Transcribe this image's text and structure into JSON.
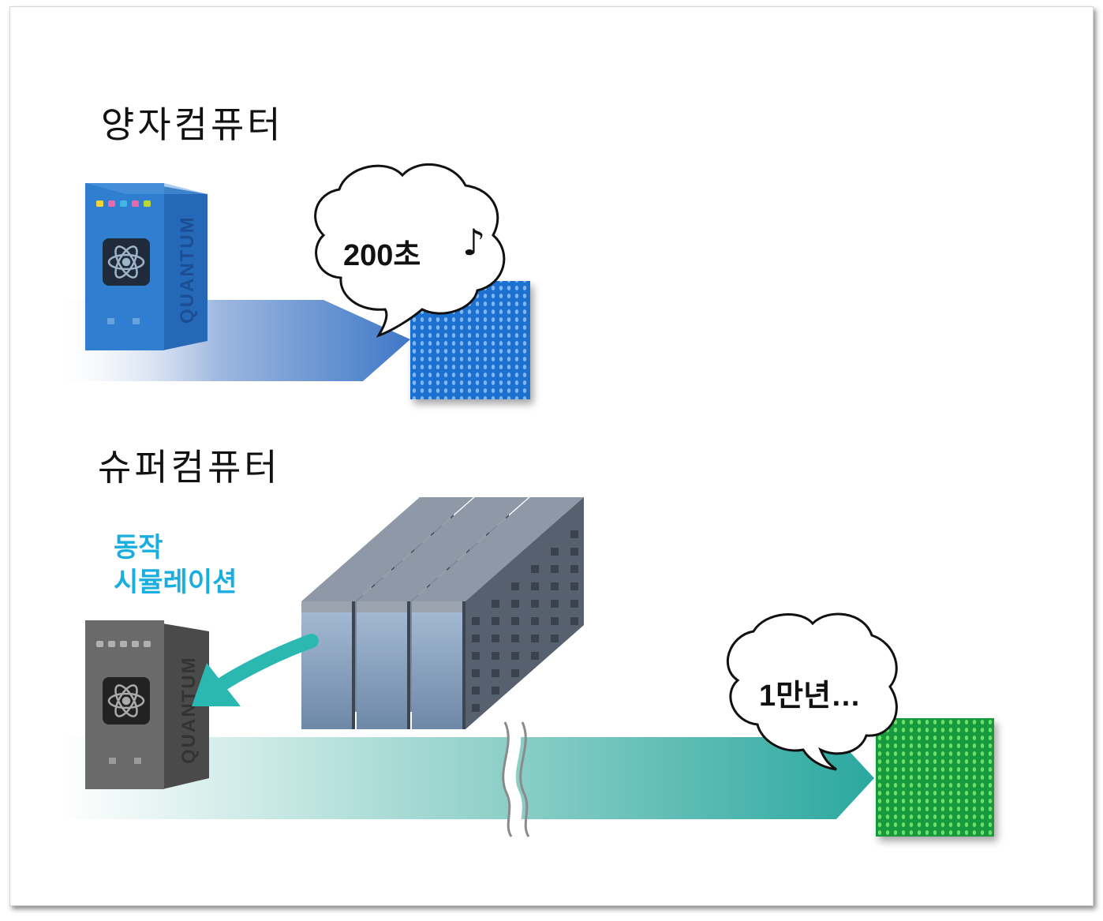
{
  "quantum": {
    "title": "양자컴퓨터",
    "device_label": "QUANTUM",
    "bubble_text": "200초",
    "bubble_icon": "music-note-icon",
    "accent_color": "#2f7ed0",
    "light_colors": [
      "#f3d33a",
      "#e86aa8",
      "#42b7e6",
      "#e86aa8",
      "#b8d63a"
    ]
  },
  "supercomputer": {
    "title": "슈퍼컴퓨터",
    "simulation_label_line1": "동작",
    "simulation_label_line2": "시뮬레이션",
    "device_label": "QUANTUM",
    "bubble_text": "1만년…",
    "accent_color": "#2aa8a0",
    "data_block_color": "#1ea84a"
  }
}
